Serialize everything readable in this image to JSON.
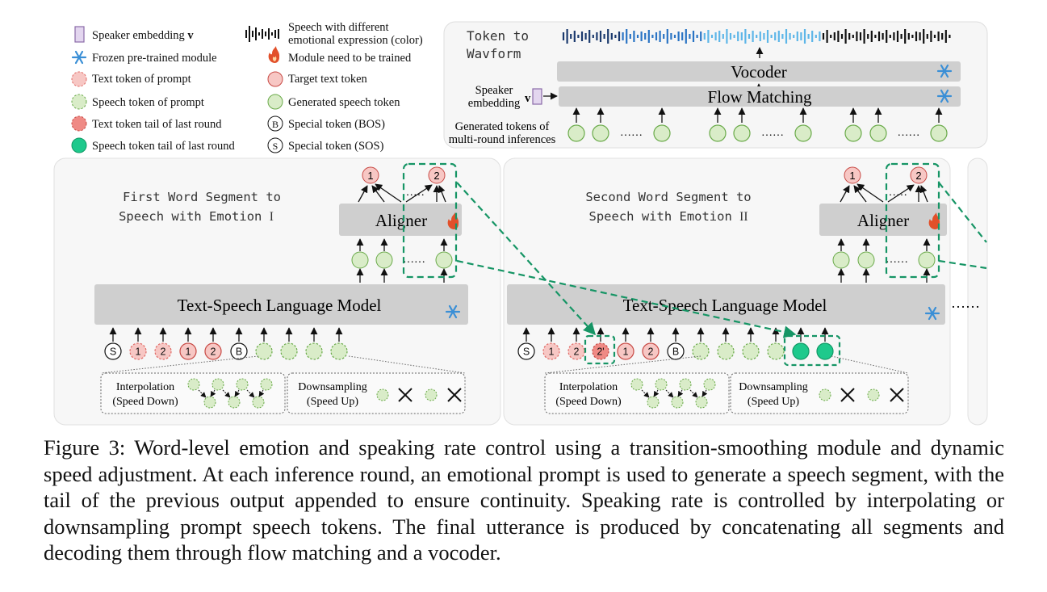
{
  "legend": {
    "left": [
      {
        "icon": "speaker-embedding-bar-icon",
        "text": "Speaker embedding",
        "suffix": "v"
      },
      {
        "icon": "snowflake-icon",
        "text": "Frozen pre-trained module"
      },
      {
        "icon": "dashed-pink-circle-icon",
        "text": "Text token of prompt"
      },
      {
        "icon": "dashed-green-circle-icon",
        "text": "Speech token of prompt"
      },
      {
        "icon": "red-circle-icon",
        "text": "Text token tail of last round"
      },
      {
        "icon": "teal-circle-icon",
        "text": "Speech token tail of last round"
      }
    ],
    "right": [
      {
        "icon": "waveform-icon",
        "text_lines": [
          "Speech with different",
          "emotional expression (color)"
        ]
      },
      {
        "icon": "flame-icon",
        "text": "Module need to be trained"
      },
      {
        "icon": "pink-circle-icon",
        "text": "Target text token"
      },
      {
        "icon": "green-circle-icon",
        "text": "Generated speech token"
      },
      {
        "icon": "bos-token-icon",
        "symbol": "B",
        "text": "Special token (BOS)"
      },
      {
        "icon": "sos-token-icon",
        "symbol": "S",
        "text": "Special token (SOS)"
      }
    ]
  },
  "token_to_waveform": {
    "title_lines": [
      "Token to",
      "Wavform"
    ],
    "vocoder": "Vocoder",
    "flow_matching": "Flow Matching",
    "speaker_lines": [
      "Speaker",
      "embedding"
    ],
    "speaker_v": "v",
    "generated_lines": [
      "Generated tokens of",
      "multi-round inferences"
    ],
    "dots": "……"
  },
  "panels": [
    {
      "title_lines": [
        "First Word Segment to",
        "Speech with Emotion"
      ],
      "roman": "I",
      "aligner": "Aligner",
      "lm": "Text-Speech Language Model",
      "target_tokens": [
        "1",
        "2"
      ],
      "input_tokens": [
        "S",
        "1",
        "2",
        "1",
        "2",
        "B"
      ],
      "interp_lines": [
        "Interpolation",
        "(Speed Down)"
      ],
      "down_lines": [
        "Downsampling",
        "(Speed Up)"
      ]
    },
    {
      "title_lines": [
        "Second Word Segment to",
        "Speech with Emotion"
      ],
      "roman": "II",
      "aligner": "Aligner",
      "lm": "Text-Speech Language Model",
      "target_tokens": [
        "1",
        "2"
      ],
      "input_tokens": [
        "S",
        "1",
        "2",
        "2'",
        "1",
        "2",
        "B"
      ],
      "interp_lines": [
        "Interpolation",
        "(Speed Down)"
      ],
      "down_lines": [
        "Downsampling",
        "(Speed Up)"
      ]
    }
  ],
  "ellipsis": "……",
  "caption": "Figure 3: Word-level emotion and speaking rate control using a transition-smoothing module and dynamic speed adjustment. At each inference round, an emotional prompt is used to generate a speech segment, with the tail of the previous output appended to ensure continuity. Speaking rate is controlled by interpolating or downsampling prompt speech tokens. The final utterance is produced by concatenating all segments and decoding them through flow matching and a vocoder.",
  "colors": {
    "panel_bg": "#f7f7f7",
    "module_gray": "#cfcfcf",
    "green_fill": "#d9ecc8",
    "green_stroke": "#6aaa4a",
    "pink_fill": "#f7c7c4",
    "red_fill": "#ef8a85",
    "teal": "#1ec98c",
    "dash_green": "#169565",
    "snow_blue": "#3a8fd6",
    "flame": "#e2502a"
  }
}
